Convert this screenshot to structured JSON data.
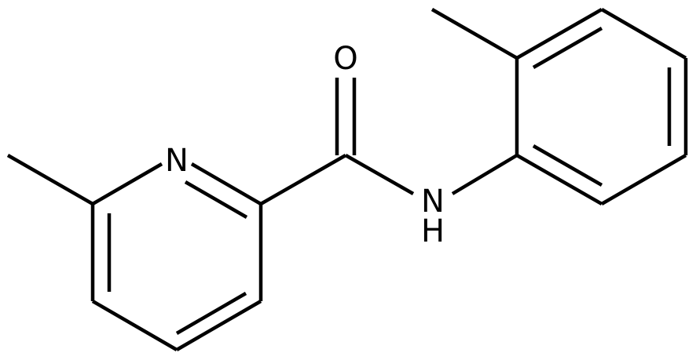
{
  "atoms": {
    "oxygen": "O",
    "pyridine_nitrogen": "N",
    "amide_nitrogen": "N",
    "amide_hydrogen": "H"
  },
  "colors": {
    "bond": "#000000",
    "label": "#000000",
    "background": "#ffffff"
  }
}
